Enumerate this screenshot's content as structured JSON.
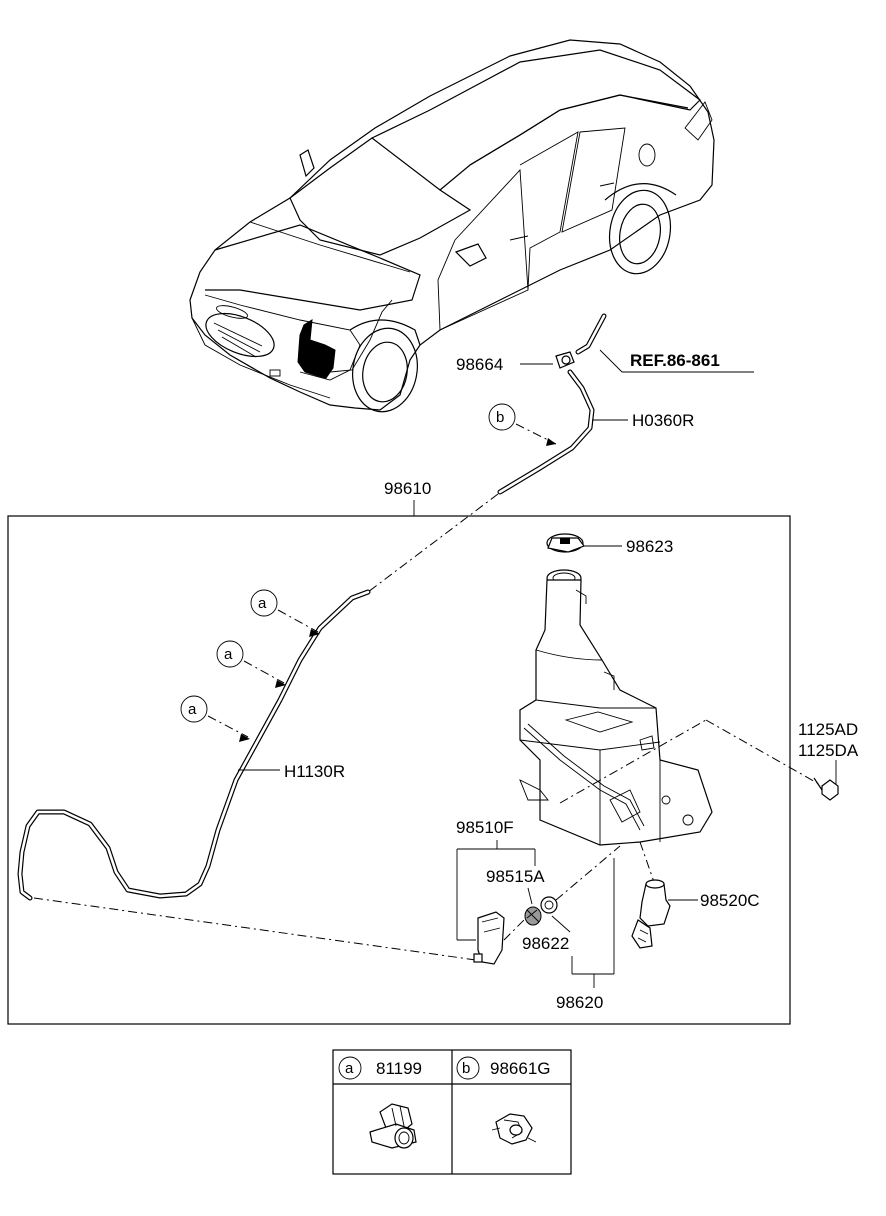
{
  "ref_label": "REF.86-861",
  "labels": {
    "p98664": "98664",
    "h0360r": "H0360R",
    "p98610": "98610",
    "p98623": "98623",
    "p1125ad": "1125AD",
    "p1125da": "1125DA",
    "h1130r": "H1130R",
    "p98510f": "98510F",
    "p98515a": "98515A",
    "p98520c": "98520C",
    "p98622": "98622",
    "p98620": "98620"
  },
  "callout_letters": {
    "a": "a",
    "b": "b"
  },
  "legend": {
    "col_a": {
      "letter": "a",
      "part": "81199"
    },
    "col_b": {
      "letter": "b",
      "part": "98661G"
    }
  }
}
